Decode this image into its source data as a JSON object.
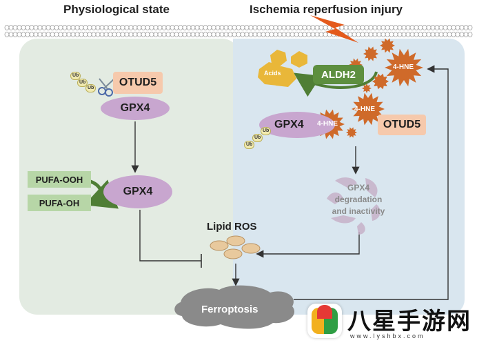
{
  "titles": {
    "left": "Physiological state",
    "right": "Ischemia reperfusion injury"
  },
  "left_panel": {
    "otud5": "OTUD5",
    "gpx4_top": "GPX4",
    "gpx4_mid": "GPX4",
    "pufa_ooh": "PUFA-OOH",
    "pufa_oh": "PUFA-OH",
    "ub_labels": [
      "Ub",
      "Ub",
      "Ub"
    ]
  },
  "right_panel": {
    "acids": "Acids",
    "aldh2": "ALDH2",
    "hne_main": "4-HNE",
    "hne_mid": "4-HNE",
    "hne_gpx4": "4-HNE",
    "gpx4": "GPX4",
    "otud5": "OTUD5",
    "degradation_line1": "GPX4",
    "degradation_line2": "degradation",
    "degradation_line3": "and inactivity",
    "ub_labels": [
      "Ub",
      "Ub",
      "Ub"
    ]
  },
  "center": {
    "lipid_ros": "Lipid ROS",
    "ferroptosis": "Ferroptosis"
  },
  "watermark": {
    "text": "八星手游网",
    "url": "www.lyshbx.com"
  },
  "colors": {
    "left_bg": "#e3ebe2",
    "right_bg": "#d9e6ef",
    "gpx4": "#c8a6cf",
    "otud5": "#f6c9ac",
    "aldh2": "#5d8f3f",
    "pufa": "#b7d6a7",
    "hne": "#cf6a2a",
    "acids": "#e9b739",
    "lipid": "#e8c99d",
    "ferroptosis": "#8a8a8a"
  }
}
